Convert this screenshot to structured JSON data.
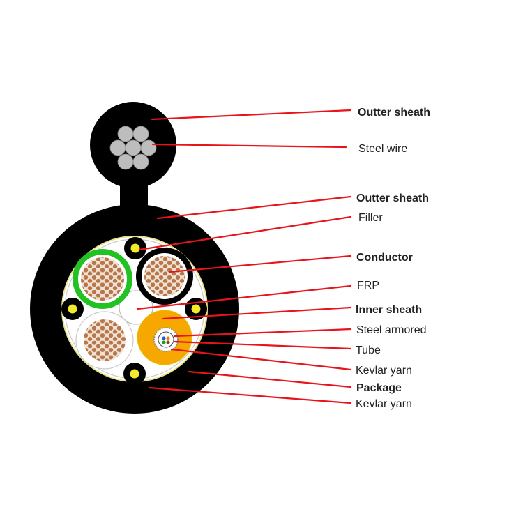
{
  "labels": [
    {
      "text": "Outter sheath",
      "bold": true
    },
    {
      "text": "Steel wire",
      "bold": false
    },
    {
      "text": "Outter sheath",
      "bold": true
    },
    {
      "text": "Filler",
      "bold": false
    },
    {
      "text": "Conductor",
      "bold": true
    },
    {
      "text": "FRP",
      "bold": false
    },
    {
      "text": "Inner sheath",
      "bold": true
    },
    {
      "text": "Steel armored",
      "bold": false
    },
    {
      "text": "Tube",
      "bold": false
    },
    {
      "text": "Kevlar yarn",
      "bold": false
    },
    {
      "text": "Package",
      "bold": true
    },
    {
      "text": "Kevlar yarn",
      "bold": false
    }
  ],
  "colors": {
    "sheath": "#000000",
    "steel_wire": "#bdbdbd",
    "copper": "#b8764a",
    "green_insulation": "#22c222",
    "orange_tube": "#f6a800",
    "yellow_element": "#f2ea2a",
    "leader_line": "#e8141b"
  }
}
